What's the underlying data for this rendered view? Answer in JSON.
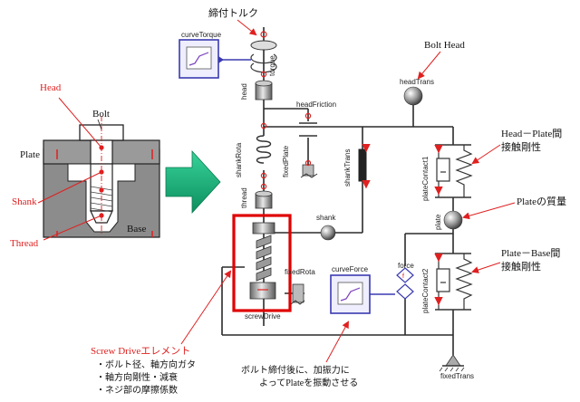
{
  "colors": {
    "accent_red": "#e02020",
    "highlight_red": "#e00000",
    "arrow_green": "#19b07a",
    "wire": "#2b2b2b",
    "block_blue": "#3a3ab0",
    "ground_gray": "#7a7a7a",
    "cross_section_gray": "#8c8c8c"
  },
  "cross_section": {
    "head": "Head",
    "bolt": "Bolt",
    "plate": "Plate",
    "shank": "Shank",
    "base": "Base",
    "thread": "Thread"
  },
  "annotations": {
    "tightening_torque": "締付トルク",
    "bolt_head": "Bolt Head",
    "head_plate_stiffness_1": "Head－Plate間",
    "head_plate_stiffness_2": "接触剛性",
    "plate_mass": "Plateの質量",
    "plate_base_stiffness_1": "Plate－Base間",
    "plate_base_stiffness_2": "接触剛性",
    "screw_drive_title": "Screw Driveエレメント",
    "screw_drive_bullets": [
      "・ボルト径、軸方向ガタ",
      "・軸方向剛性・減衰",
      "・ネジ部の摩擦係数"
    ],
    "excitation_1": "ボルト締付後に、加振力に",
    "excitation_2": "よってPlateを振動させる"
  },
  "model_labels": {
    "curve_torque": "curveTorque",
    "torque": "torque",
    "head": "head",
    "head_friction": "headFriction",
    "shank_rota": "shankRota",
    "fixed_plate": "fixedPlate",
    "shank_trans": "shankTrans",
    "head_trans": "headTrans",
    "plate_contact1": "plateContact1",
    "thread": "thread",
    "shank": "shank",
    "plate": "plate",
    "fixed_rota": "fixedRota",
    "curve_force": "curveForce",
    "force": "force",
    "plate_contact2": "plateContact2",
    "screw_drive": "screwDrive",
    "fixed_trans": "fixedTrans"
  }
}
